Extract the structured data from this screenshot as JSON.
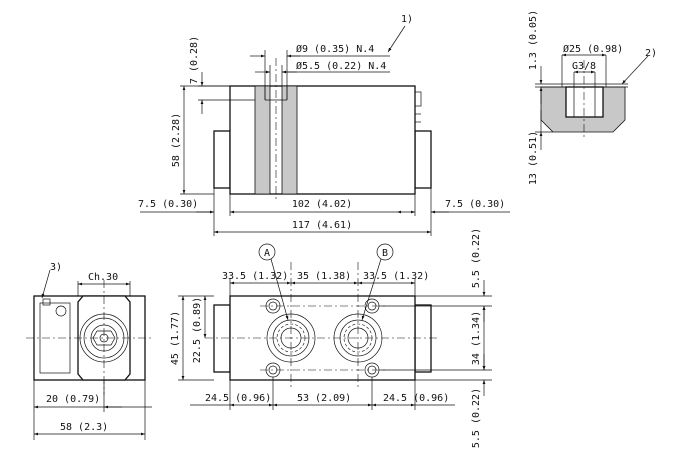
{
  "callouts": {
    "c1": "1)",
    "c2": "2)",
    "c3": "3)",
    "port_a": "A",
    "port_b": "B"
  },
  "top_view": {
    "hole_large": "Ø9 (0.35)  N.4",
    "hole_small": "Ø5.5 (0.22)  N.4",
    "depth": "7 (0.28)",
    "height": "58 (2.28)",
    "left_offset": "7.5 (0.30)",
    "body_length": "102 (4.02)",
    "right_offset": "7.5 (0.30)",
    "overall_length": "117 (4.61)"
  },
  "detail_view": {
    "top_offset": "1.3 (0.05)",
    "diameter": "Ø25 (0.98)",
    "thread": "G3/8",
    "depth": "13 (0.51)"
  },
  "side_view": {
    "wrench": "Ch.30",
    "height": "45 (1.77)",
    "half_height": "22.5 (0.89)",
    "offset": "20 (0.79)",
    "width": "58 (2.3)"
  },
  "front_view": {
    "left_hole_pitch": "33.5 (1.32)",
    "center_pitch": "35 (1.38)",
    "right_hole_pitch": "33.5 (1.32)",
    "top_margin": "5.5 (0.22)",
    "hole_span": "34 (1.34)",
    "bottom_margin": "5.5 (0.22)",
    "bottom_left": "24.5 (0.96)",
    "bottom_center": "53 (2.09)",
    "bottom_right": "24.5 (0.96)"
  }
}
